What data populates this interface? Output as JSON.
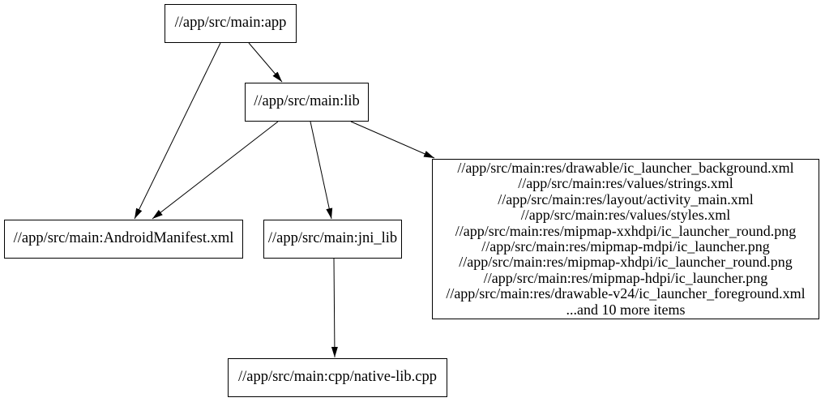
{
  "graph": {
    "type": "directed-dependency-graph",
    "colors": {
      "background": "#ffffff",
      "node_border": "#000000",
      "edge": "#000000",
      "text": "#000000"
    },
    "nodes": {
      "app": {
        "label": "//app/src/main:app"
      },
      "lib": {
        "label": "//app/src/main:lib"
      },
      "android_manifest": {
        "label": "//app/src/main:AndroidManifest.xml"
      },
      "jni_lib": {
        "label": "//app/src/main:jni_lib"
      },
      "res_group": {
        "lines": [
          "//app/src/main:res/drawable/ic_launcher_background.xml",
          "//app/src/main:res/values/strings.xml",
          "//app/src/main:res/layout/activity_main.xml",
          "//app/src/main:res/values/styles.xml",
          "//app/src/main:res/mipmap-xxhdpi/ic_launcher_round.png",
          "//app/src/main:res/mipmap-mdpi/ic_launcher.png",
          "//app/src/main:res/mipmap-xhdpi/ic_launcher_round.png",
          "//app/src/main:res/mipmap-hdpi/ic_launcher.png",
          "//app/src/main:res/drawable-v24/ic_launcher_foreground.xml",
          "...and 10 more items"
        ]
      },
      "native_lib": {
        "label": "//app/src/main:cpp/native-lib.cpp"
      }
    },
    "edges": [
      {
        "from": "app",
        "to": "android_manifest"
      },
      {
        "from": "app",
        "to": "lib"
      },
      {
        "from": "lib",
        "to": "android_manifest"
      },
      {
        "from": "lib",
        "to": "jni_lib"
      },
      {
        "from": "lib",
        "to": "res_group"
      },
      {
        "from": "jni_lib",
        "to": "native_lib"
      }
    ]
  }
}
